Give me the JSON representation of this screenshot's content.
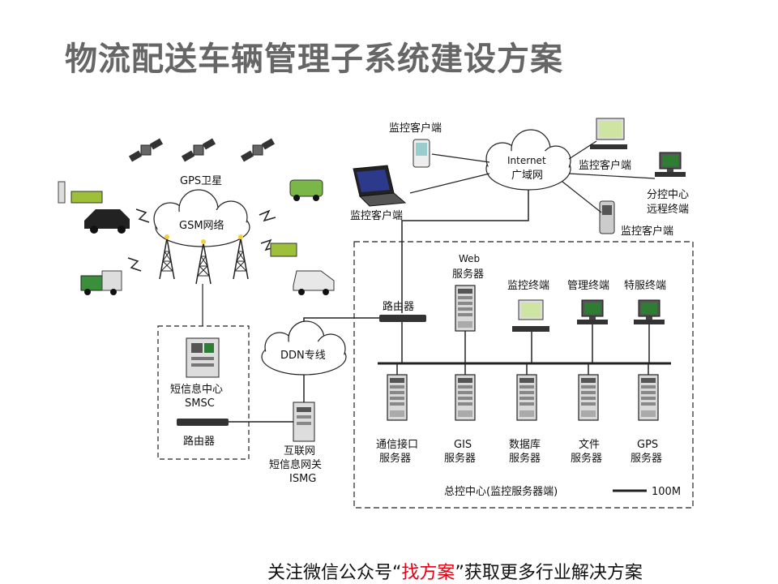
{
  "title": "物流配送车辆管理子系统建设方案",
  "labels": {
    "gps_satellite": "GPS卫星",
    "gsm_network": "GSM网络",
    "sms_center_line1": "短信息中心",
    "sms_center_line2": "SMSC",
    "router_left": "路由器",
    "ddn": "DDN专线",
    "ismg_line1": "互联网",
    "ismg_line2": "短信息网关",
    "ismg_line3": "ISMG",
    "router_center": "路由器",
    "internet_line1": "Internet",
    "internet_line2": "广域网",
    "monitor_client_pda": "监控客户端",
    "monitor_client_laptop": "监控客户端",
    "monitor_client_map": "监控客户端",
    "branch_center_line1": "分控中心",
    "branch_center_line2": "远程终端",
    "monitor_client_phone": "监控客户端",
    "web_server_line1": "Web",
    "web_server_line2": "服务器",
    "terminal_monitor": "监控终端",
    "terminal_manage": "管理终端",
    "terminal_special": "特服终端",
    "server_comm_line1": "通信接口",
    "server_comm_line2": "服务器",
    "server_gis_line1": "GIS",
    "server_gis_line2": "服务器",
    "server_db_line1": "数据库",
    "server_db_line2": "服务器",
    "server_file_line1": "文件",
    "server_file_line2": "服务器",
    "server_gps_line1": "GPS",
    "server_gps_line2": "服务器",
    "control_center": "总控中心(监控服务器端)",
    "legend_100m": "100M"
  },
  "footer": {
    "before": "关注微信公众号",
    "open_quote": "“",
    "highlight": "找方案",
    "close_quote": "”",
    "after": "获取更多行业解决方案"
  },
  "colors": {
    "title": "#666666",
    "highlight": "#e60012",
    "line": "#111111",
    "screen": "#2e7d32",
    "server": "#d9d9d9"
  }
}
